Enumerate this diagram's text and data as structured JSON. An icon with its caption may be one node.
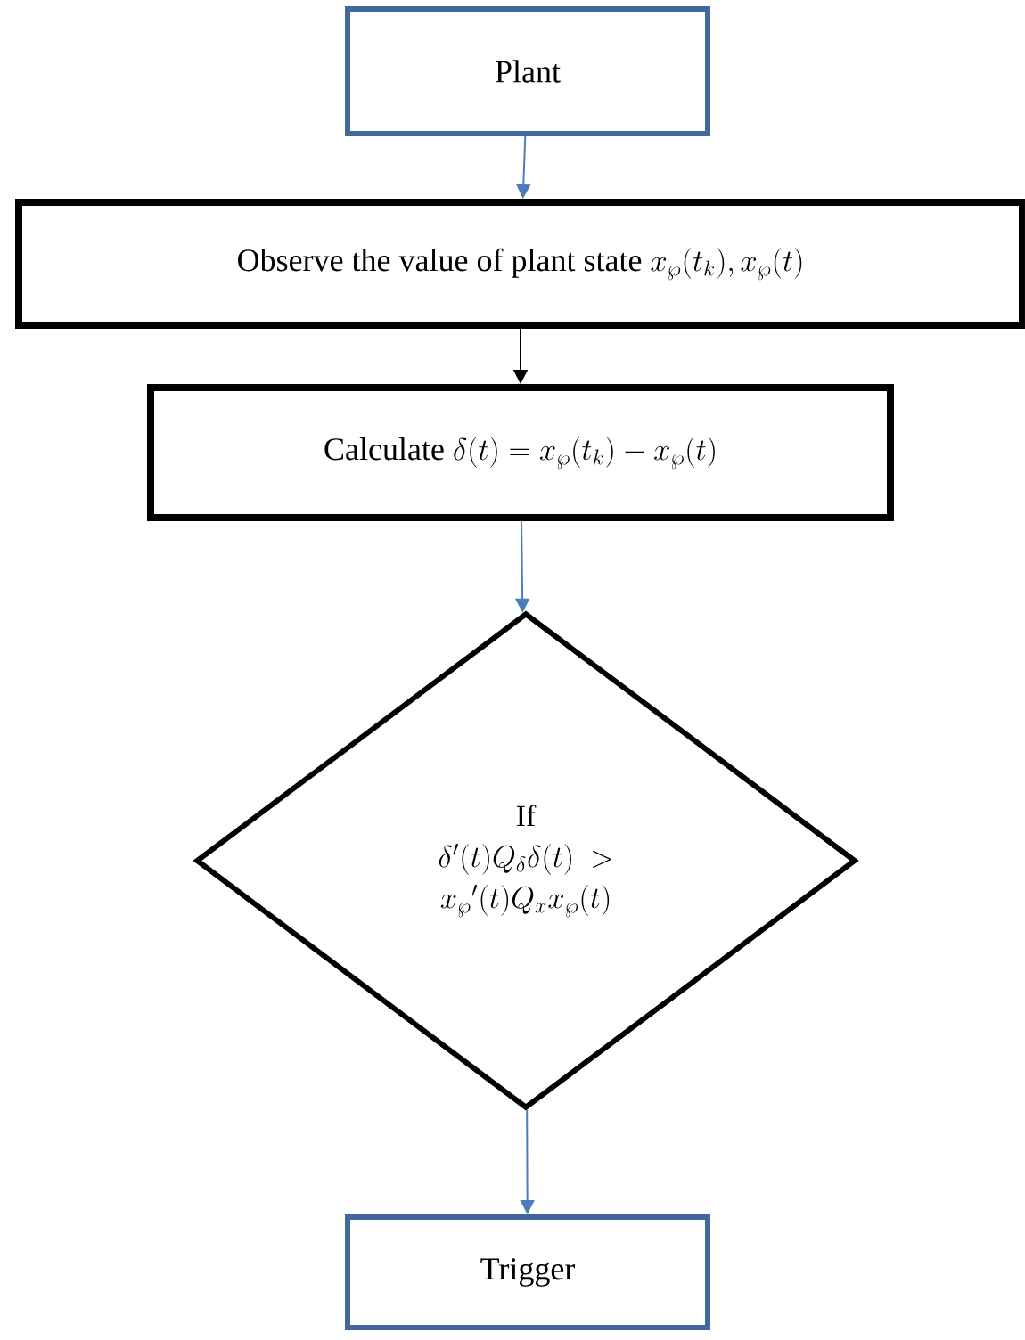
{
  "diagram": {
    "nodes": [
      {
        "text": [
          "Plant"
        ]
      },
      {
        "text": [
          "Observe the value of plant state",
          "x_{\\wp}(t_k), x_{\\wp}(t)"
        ]
      },
      {
        "text": [
          "Calculate",
          "\\delta(t) = x_{\\wp}(t_k) - x_{\\wp}(t)"
        ]
      },
      {
        "text": [
          "If",
          "\\delta'(t) Q_{\\delta} \\delta(t)\\ >",
          "x_{\\wp}{}'(t) Q_x x_{\\wp}(t)"
        ]
      },
      {
        "text": [
          "Trigger"
        ]
      }
    ],
    "edges": [
      {
        "from": 0,
        "to": 1,
        "arrow": "to"
      },
      {
        "from": 1,
        "to": 2,
        "arrow": "to",
        "color": "#000000"
      },
      {
        "from": 2,
        "to": 3,
        "arrow": "to"
      },
      {
        "from": 3,
        "to": 4,
        "arrow": "to"
      }
    ]
  }
}
